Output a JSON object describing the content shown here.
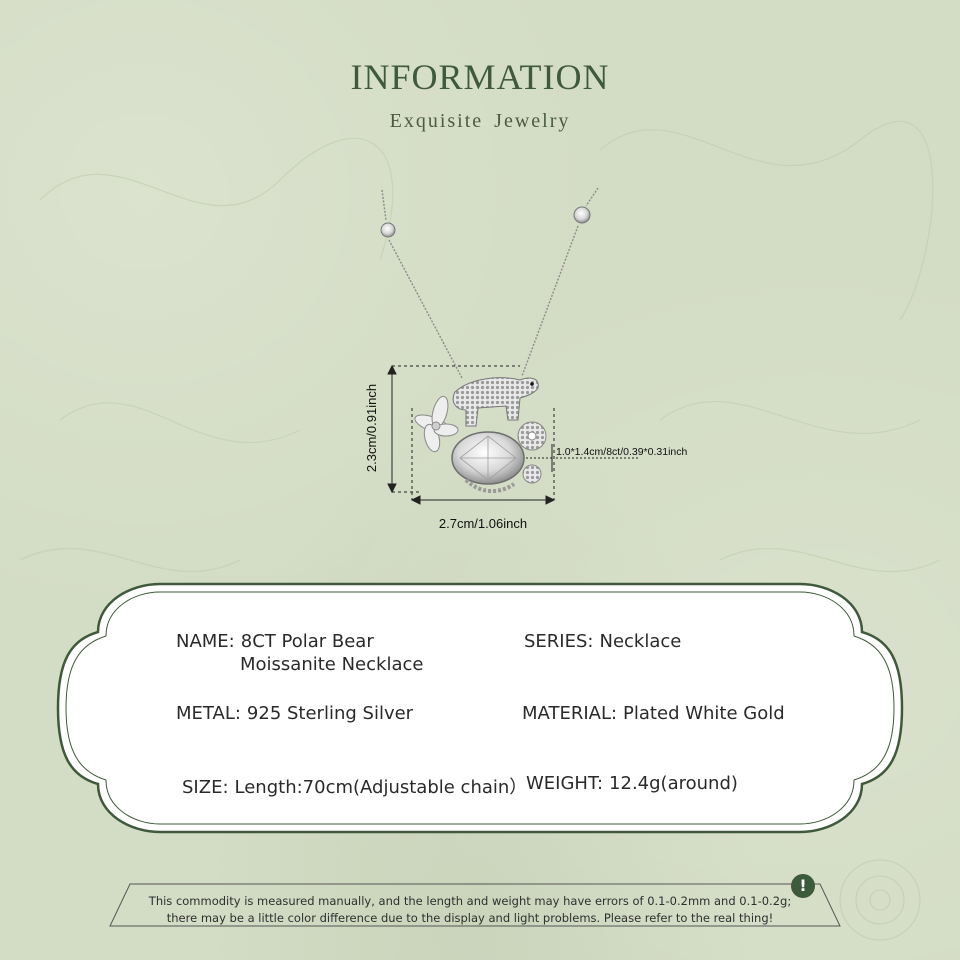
{
  "header": {
    "title": "INFORMATION",
    "subtitle": "Exquisite  Jewelry"
  },
  "dimensions": {
    "height": "2.3cm/0.91inch",
    "width": "2.7cm/1.06inch",
    "stone": "1.0*1.4cm/8ct/0.39*0.31inch"
  },
  "info": {
    "name_label": "NAME:",
    "name_line1": "8CT Polar Bear",
    "name_line2": "Moissanite Necklace",
    "series_label": "SERIES:",
    "series_value": "Necklace",
    "metal_label": "METAL:",
    "metal_value": "925 Sterling Silver",
    "material_label": "MATERIAL:",
    "material_value": "Plated White Gold",
    "size_label": "SIZE:",
    "size_value": "Length:70cm(Adjustable chain）",
    "weight_label": "WEIGHT:",
    "weight_value": "12.4g(around)"
  },
  "notice": {
    "line1": "This commodity is measured manually, and the length and weight may have errors of 0.1-0.2mm and 0.1-0.2g;",
    "line2": "there may be a little color difference due to the display and light problems. Please refer to the real thing!",
    "icon": "exclamation-icon"
  },
  "colors": {
    "background": "#d3dcc4",
    "accent": "#3e5a3a",
    "card": "#ffffff"
  }
}
